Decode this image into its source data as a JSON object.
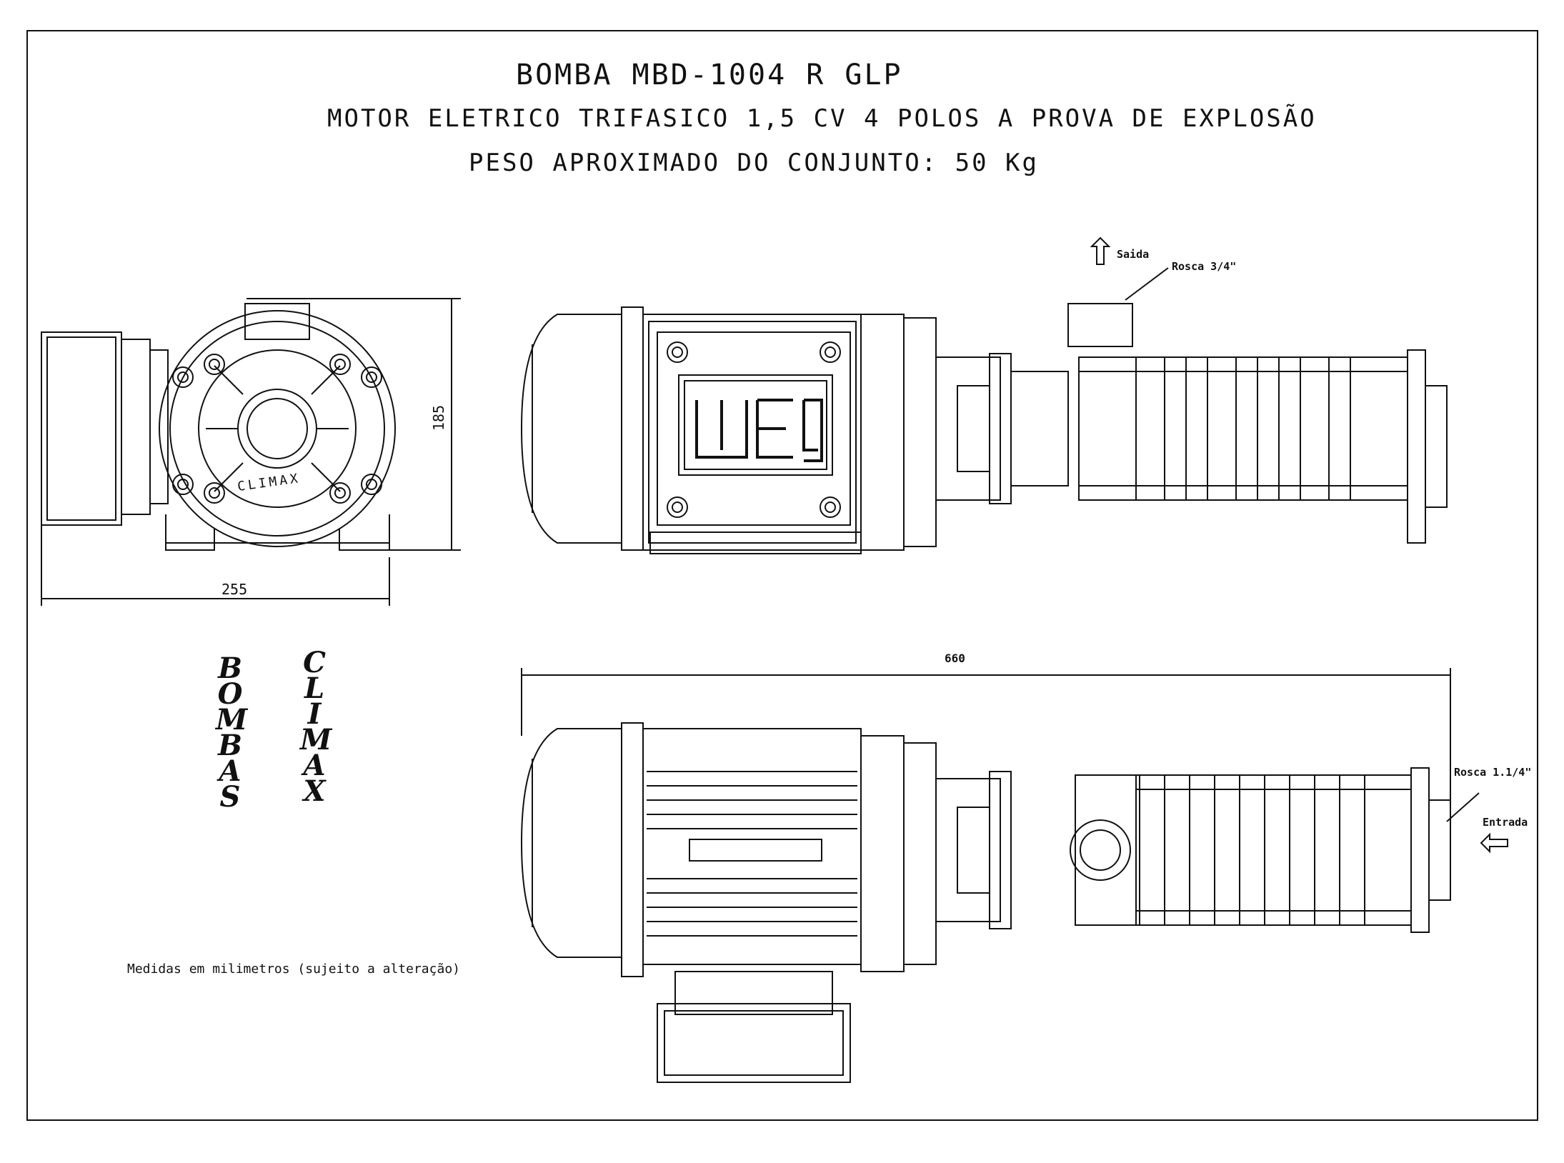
{
  "title": {
    "line1": "BOMBA MBD-1004 R GLP",
    "line2": "MOTOR ELETRICO TRIFASICO 1,5 CV 4 POLOS A PROVA DE EXPLOSÃO",
    "line3": "PESO APROXIMADO DO CONJUNTO: 50 Kg"
  },
  "dimensions": {
    "height": "185",
    "width": "255",
    "length": "660"
  },
  "labels": {
    "outlet": "Saida",
    "outlet_thread": "Rosca 3/4\"",
    "inlet": "Entrada",
    "inlet_thread": "Rosca 1.1/4\"",
    "motor_brand": "WEG",
    "pump_cover_text": "CLIMAX"
  },
  "brand": {
    "word1": [
      "B",
      "O",
      "M",
      "B",
      "A",
      "S"
    ],
    "word2": [
      "C",
      "L",
      "I",
      "M",
      "A",
      "X"
    ]
  },
  "note": "Medidas em milimetros (sujeito a alteração)"
}
